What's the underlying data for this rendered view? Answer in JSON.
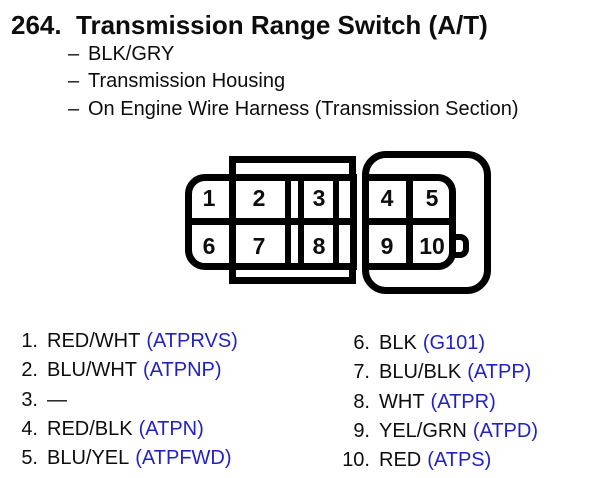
{
  "colors": {
    "background": "#ffffff",
    "text": "#0d0d0d",
    "signal_blue": "#2222c2",
    "line": "#000000"
  },
  "header": {
    "number": "264.",
    "title": "Transmission Range Switch (A/T)",
    "details": [
      {
        "bullet": "–",
        "text": "BLK/GRY"
      },
      {
        "bullet": "–",
        "text": "Transmission Housing"
      },
      {
        "bullet": "–",
        "text": "On Engine Wire Harness (Transmission Section)"
      }
    ]
  },
  "connector": {
    "pins_top": [
      "1",
      "2",
      "3",
      "4",
      "5"
    ],
    "pins_bottom": [
      "6",
      "7",
      "8",
      "9",
      "10"
    ]
  },
  "pinout_left": [
    {
      "num": "1.",
      "wire": "RED/WHT",
      "signal": "(ATPRVS)"
    },
    {
      "num": "2.",
      "wire": "BLU/WHT",
      "signal": "(ATPNP)"
    },
    {
      "num": "3.",
      "wire": "—",
      "signal": ""
    },
    {
      "num": "4.",
      "wire": "RED/BLK",
      "signal": "(ATPN)"
    },
    {
      "num": "5.",
      "wire": "BLU/YEL",
      "signal": "(ATPFWD)"
    }
  ],
  "pinout_right": [
    {
      "num": "6.",
      "wire": "BLK",
      "signal": "(G101)"
    },
    {
      "num": "7.",
      "wire": "BLU/BLK",
      "signal": "(ATPP)"
    },
    {
      "num": "8.",
      "wire": "WHT",
      "signal": "(ATPR)"
    },
    {
      "num": "9.",
      "wire": "YEL/GRN",
      "signal": "(ATPD)"
    },
    {
      "num": "10.",
      "wire": "RED",
      "signal": "(ATPS)"
    }
  ]
}
